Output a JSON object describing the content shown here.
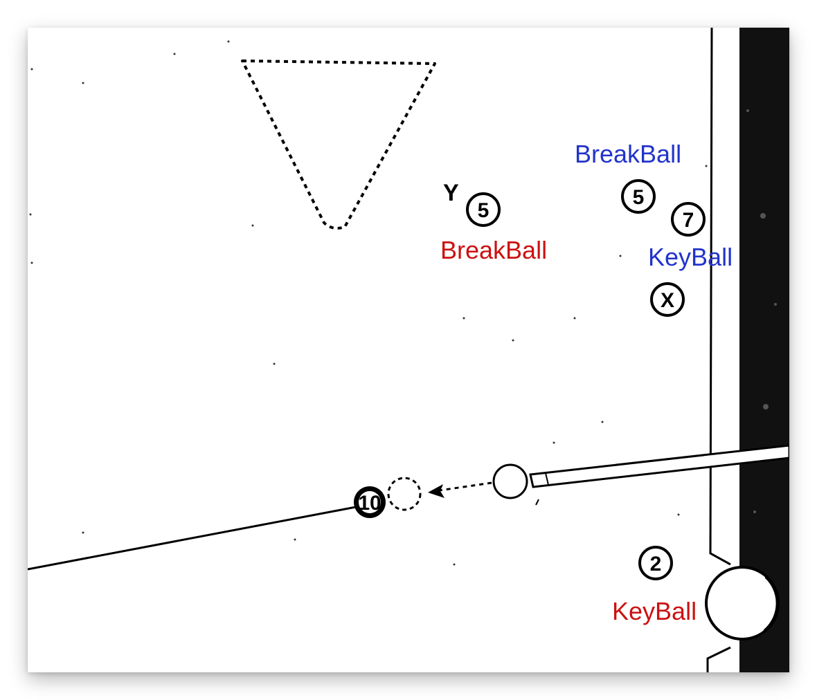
{
  "labels": {
    "breakball_red": "BreakBall",
    "breakball_blue": "BreakBall",
    "keyball_red": "KeyBall",
    "keyball_blue": "KeyBall"
  },
  "balls": {
    "ball_5_left": "5",
    "ball_5_right": "5",
    "ball_7": "7",
    "ball_x": "X",
    "ball_2": "2",
    "ball_10": "10"
  },
  "markers": {
    "y_marker": "Y"
  },
  "colors": {
    "red_label": "#cc1111",
    "blue_label": "#2233cc",
    "rail": "#111111",
    "ink": "#000000"
  }
}
